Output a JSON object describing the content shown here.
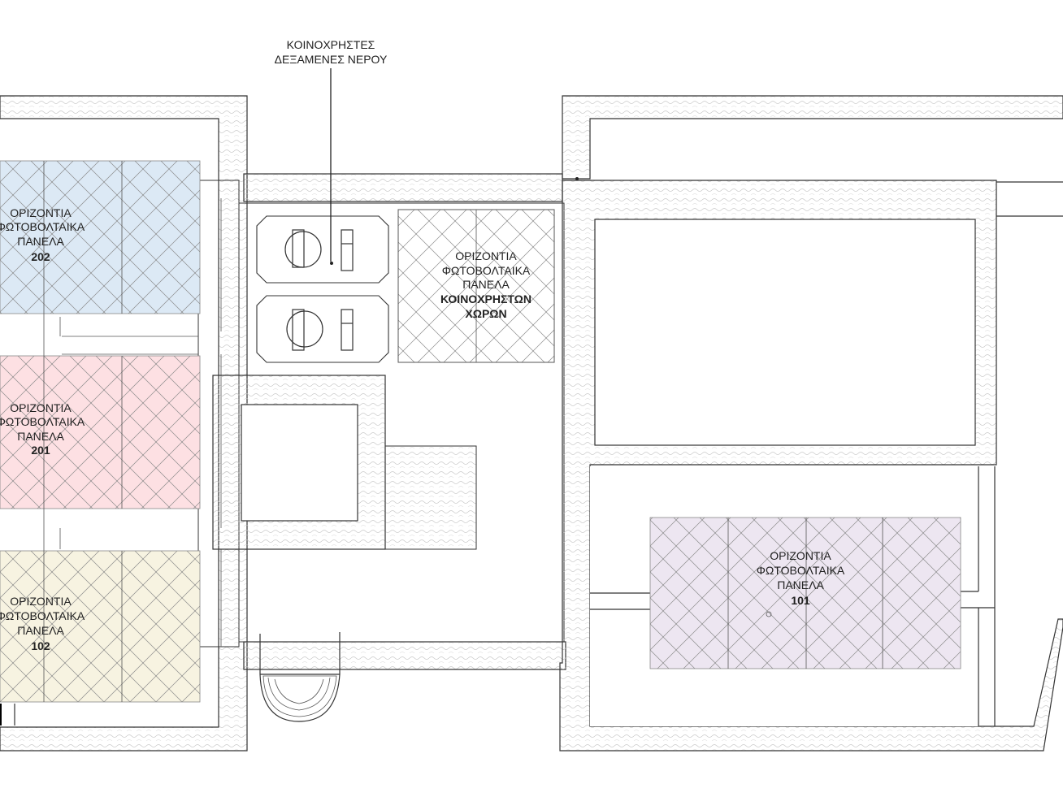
{
  "leader_note": {
    "line1": "ΚΟΙΝΟΧΡΗΣΤΕΣ",
    "line2": "ΔΕΞΑΜΕΝΕΣ ΝΕΡΟΥ"
  },
  "panels": [
    {
      "id": "202",
      "line1": "ΟΡΙΖΟΝΤΙΑ",
      "line2": "ΦΩΤΟΒΟΛΤΑΙΚΑ",
      "line3": "ΠΑΝΕΛΑ",
      "code": "202",
      "color": "#dce9f5"
    },
    {
      "id": "201",
      "line1": "ΟΡΙΖΟΝΤΙΑ",
      "line2": "ΦΩΤΟΒΟΛΤΑΙΚΑ",
      "line3": "ΠΑΝΕΛΑ",
      "code": "201",
      "color": "#fde0e3"
    },
    {
      "id": "102",
      "line1": "ΟΡΙΖΟΝΤΙΑ",
      "line2": "ΦΩΤΟΒΟΛΤΑΙΚΑ",
      "line3": "ΠΑΝΕΛΑ",
      "code": "102",
      "color": "#f7f3e1"
    },
    {
      "id": "101",
      "line1": "ΟΡΙΖΟΝΤΙΑ",
      "line2": "ΦΩΤΟΒΟΛΤΑΙΚΑ",
      "line3": "ΠΑΝΕΛΑ",
      "code": "101",
      "color": "#ede6f1"
    },
    {
      "id": "common",
      "line1": "ΟΡΙΖΟΝΤΙΑ",
      "line2": "ΦΩΤΟΒΟΛΤΑΙΚΑ",
      "line3": "ΠΑΝΕΛΑ",
      "code": "ΚΟΙΝΟΧΡΗΣΤΩΝ",
      "code2": "ΧΩΡΩΝ",
      "color": "#ffffff"
    }
  ]
}
